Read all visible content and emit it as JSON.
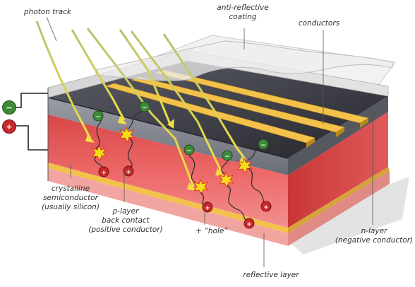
{
  "labels": {
    "photon_track": "photon track",
    "anti_reflective": [
      "anti-reflective",
      "coating"
    ],
    "conductors": "conductors",
    "crystalline": [
      "crystalline",
      "semiconductor",
      "(usually silicon)"
    ],
    "p_layer": [
      "p-layer",
      "back contact",
      "(positive conductor)"
    ],
    "hole": "+ “hole”",
    "n_layer": [
      "n-layer",
      "(negative conductor)"
    ],
    "reflective": "reflective layer"
  },
  "symbols": {
    "negative": "−",
    "positive": "+"
  },
  "colors": {
    "electron": "#3e8a3a",
    "hole": "#c8282a",
    "conductor_gold": "#f2c24a",
    "p_layer_red": "#e04848",
    "n_layer_gray": "#7e8088",
    "photon": "#d8d04a"
  }
}
